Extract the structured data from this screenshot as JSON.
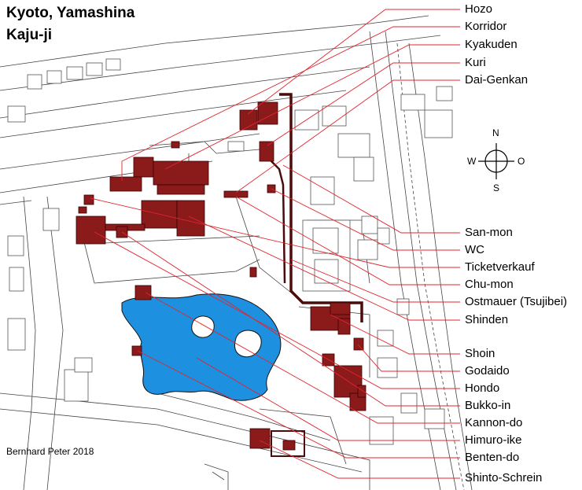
{
  "map": {
    "title_line1": "Kyoto, Yamashina",
    "title_line2": "Kaju-ji",
    "credit": "Bernhard Peter 2018",
    "compass": {
      "n": "N",
      "s": "S",
      "w": "W",
      "e": "O"
    },
    "labels": [
      "Hozo",
      "Korridor",
      "Kyakuden",
      "Kuri",
      "Dai-Genkan",
      "San-mon",
      "WC",
      "Ticketverkauf",
      "Chu-mon",
      "Ostmauer (Tsujibei)",
      "Shinden",
      "Shoin",
      "Godaido",
      "Hondo",
      "Bukko-in",
      "Kannon-do",
      "Himuro-ike",
      "Benten-do",
      "Shinto-Schrein"
    ],
    "colors": {
      "building": "#8b1a1a",
      "pond": "#1e90e0",
      "leader": "#e0262e",
      "wall": "#4a0b0b"
    }
  }
}
